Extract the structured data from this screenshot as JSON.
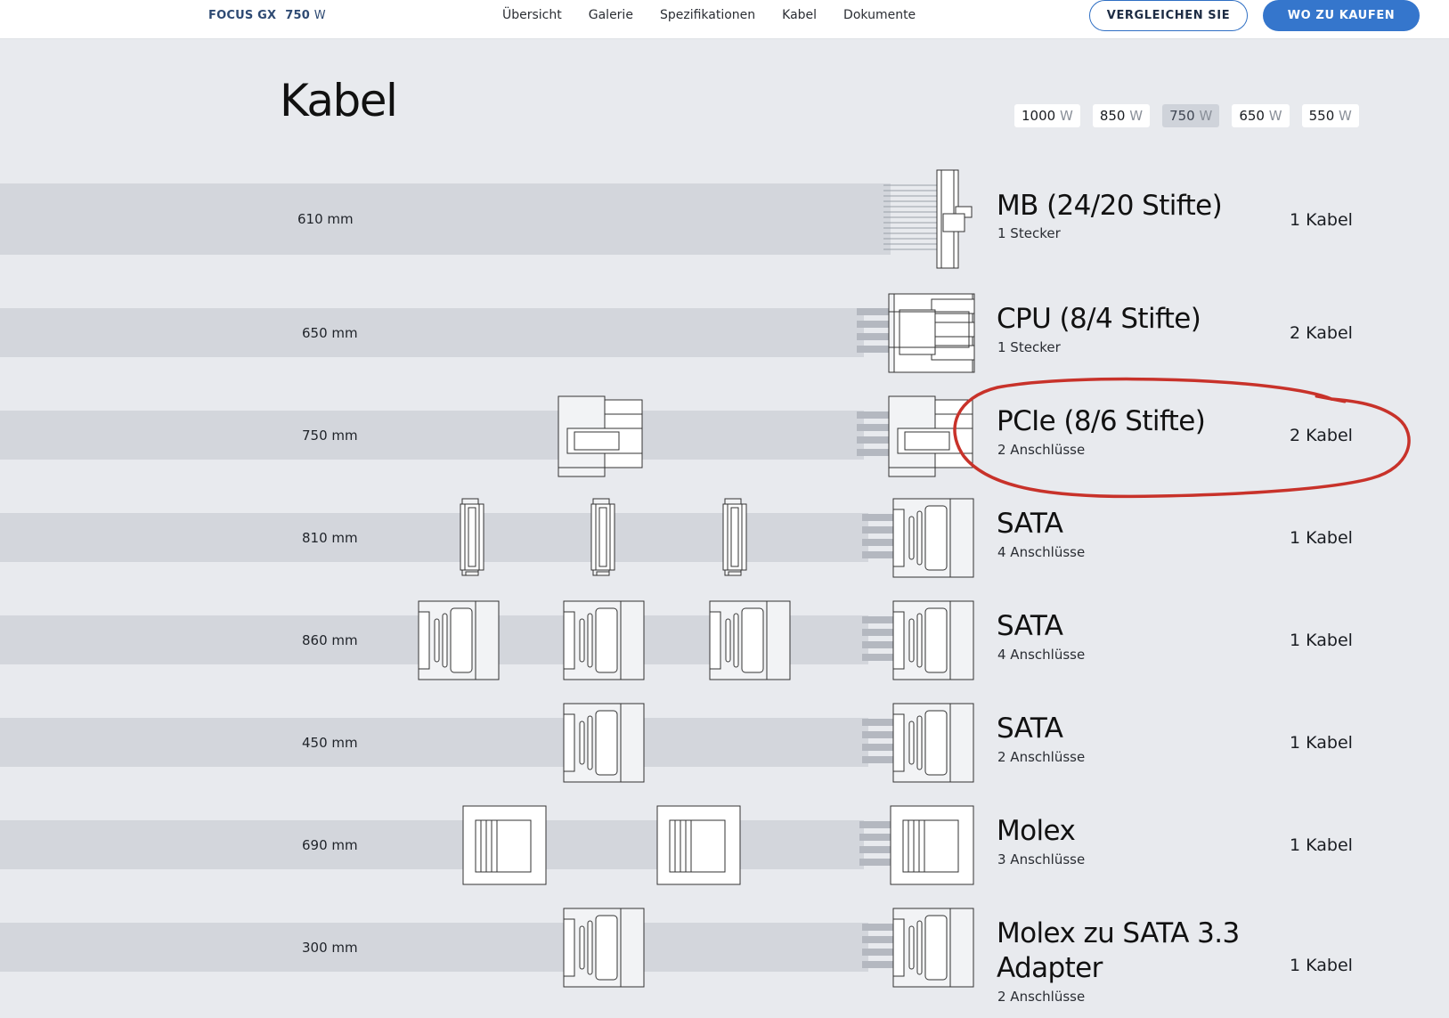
{
  "header": {
    "brand": "FOCUS GX",
    "model_number": "750",
    "model_unit": "W",
    "nav": [
      "Übersicht",
      "Galerie",
      "Spezifikationen",
      "Kabel",
      "Dokumente"
    ],
    "compare_label": "VERGLEICHEN SIE",
    "buy_label": "WO ZU KAUFEN"
  },
  "title": "Kabel",
  "wattages": [
    {
      "value": "1000",
      "unit": "W",
      "active": false
    },
    {
      "value": "850",
      "unit": "W",
      "active": false
    },
    {
      "value": "750",
      "unit": "W",
      "active": true
    },
    {
      "value": "650",
      "unit": "W",
      "active": false
    },
    {
      "value": "550",
      "unit": "W",
      "active": false
    }
  ],
  "cables": [
    {
      "length": "610 mm",
      "name": "MB (24/20 Stifte)",
      "sub": "1 Stecker",
      "count": "1 Kabel"
    },
    {
      "length": "650 mm",
      "name": "CPU (8/4 Stifte)",
      "sub": "1 Stecker",
      "count": "2 Kabel"
    },
    {
      "length": "750 mm",
      "name": "PCIe (8/6 Stifte)",
      "sub": "2 Anschlüsse",
      "count": "2 Kabel"
    },
    {
      "length": "810 mm",
      "name": "SATA",
      "sub": "4 Anschlüsse",
      "count": "1 Kabel"
    },
    {
      "length": "860 mm",
      "name": "SATA",
      "sub": "4 Anschlüsse",
      "count": "1 Kabel"
    },
    {
      "length": "450 mm",
      "name": "SATA",
      "sub": "2 Anschlüsse",
      "count": "1 Kabel"
    },
    {
      "length": "690 mm",
      "name": "Molex",
      "sub": "3 Anschlüsse",
      "count": "1 Kabel"
    },
    {
      "length": "300 mm",
      "name": "Molex zu SATA 3.3 Adapter",
      "sub": "2 Anschlüsse",
      "count": "1 Kabel"
    }
  ],
  "colors": {
    "accent": "#3576cc",
    "background": "#e8eaee",
    "cable_band": "#d3d6dc",
    "annotation": "#c8322a"
  },
  "annotation": {
    "shape": "hand-drawn red circle",
    "target": "PCIe (8/6 Stifte)"
  }
}
